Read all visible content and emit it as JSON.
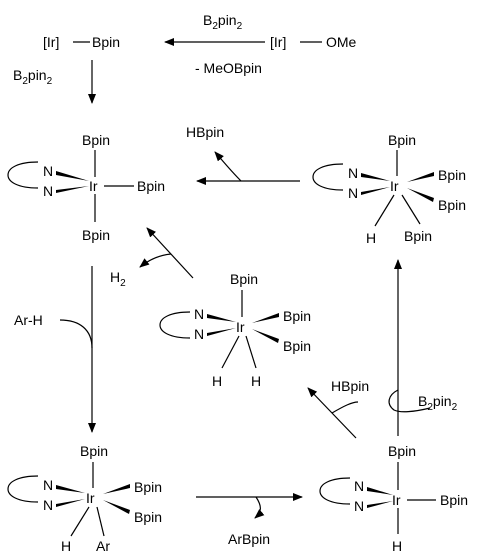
{
  "labels": {
    "ir": "Ir",
    "ir_br": "[Ir]",
    "bpin": "Bpin",
    "n": "N",
    "h": "H",
    "ar": "Ar",
    "ome": "OMe",
    "b2pin2_main": "B",
    "b2pin2_sub1": "2",
    "b2pin2_mid": "pin",
    "b2pin2_sub2": "2",
    "meobpin": "- MeOBpin",
    "hbpin": "HBpin",
    "h2_main": "H",
    "h2_sub": "2",
    "arh": "Ar-H",
    "arbpin": "ArBpin"
  }
}
